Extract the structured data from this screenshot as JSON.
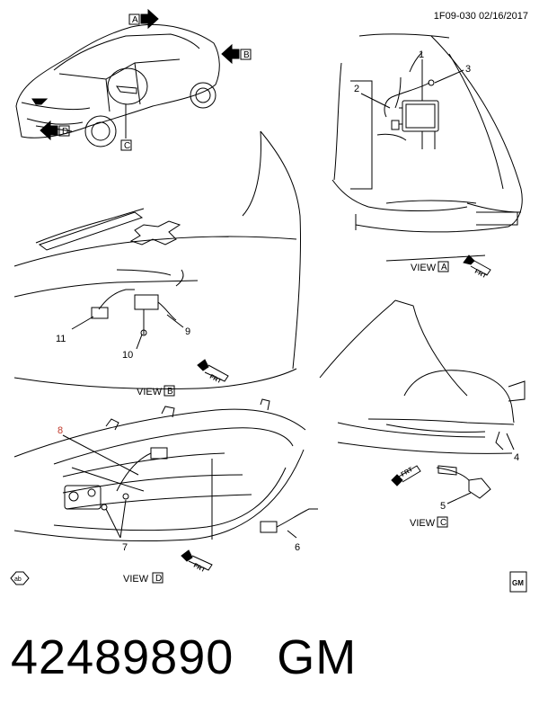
{
  "header": {
    "code": "1F09-030 02/16/2017"
  },
  "view_labels": {
    "a": "A",
    "b": "B",
    "c": "C",
    "d": "D",
    "view": "VIEW",
    "frt": "FRT"
  },
  "callouts": {
    "c1": "1",
    "c2": "2",
    "c3": "3",
    "c4": "4",
    "c5": "5",
    "c6": "6",
    "c7": "7",
    "c8": "8",
    "c9": "9",
    "c10": "10",
    "c11": "11"
  },
  "badges": {
    "ab": "ab",
    "gm": "GM"
  },
  "footer": {
    "part_number": "42489890",
    "brand": "GM"
  },
  "colors": {
    "line": "#000000",
    "highlight_callout": "#c0392b"
  }
}
